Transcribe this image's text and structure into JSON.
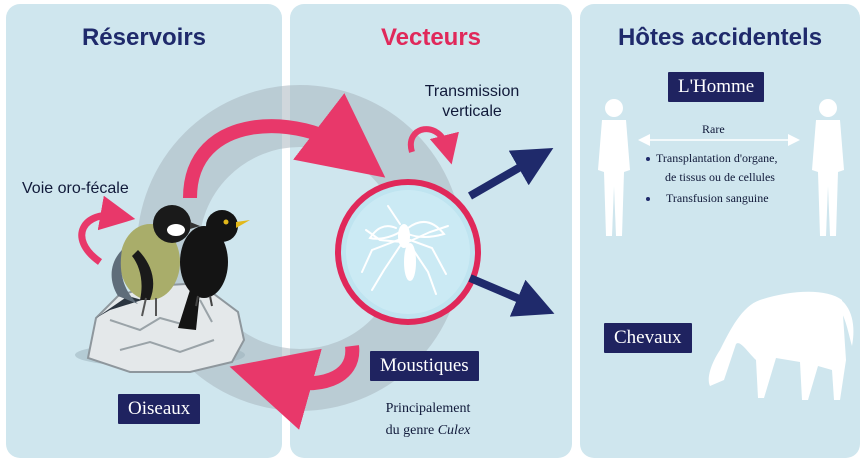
{
  "columns": {
    "reservoirs": {
      "title": "Réservoirs",
      "color": "#1f2a6b"
    },
    "vecteurs": {
      "title": "Vecteurs",
      "color": "#e0285a"
    },
    "hotes": {
      "title": "Hôtes accidentels",
      "color": "#1f2a6b"
    }
  },
  "reservoirs": {
    "cycle_label": "Voie oro-fécale",
    "group_label": "Oiseaux"
  },
  "vecteurs": {
    "transmission_line1": "Transmission",
    "transmission_line2": "verticale",
    "group_label": "Moustiques",
    "note_line1": "Principalement",
    "note_prefix": "du genre ",
    "note_genus": "Culex"
  },
  "hotes": {
    "human_label": "L'Homme",
    "rare_label": "Rare",
    "bullets": [
      "Transplantation d'organe,",
      "de tissus ou de cellules",
      "Transfusion sanguine"
    ],
    "horse_label": "Chevaux"
  },
  "colors": {
    "panel_bg": "#cfe6ee",
    "navy": "#1f2360",
    "arrow_pink": "#e8386a",
    "arrow_navy": "#1f2a6b"
  }
}
